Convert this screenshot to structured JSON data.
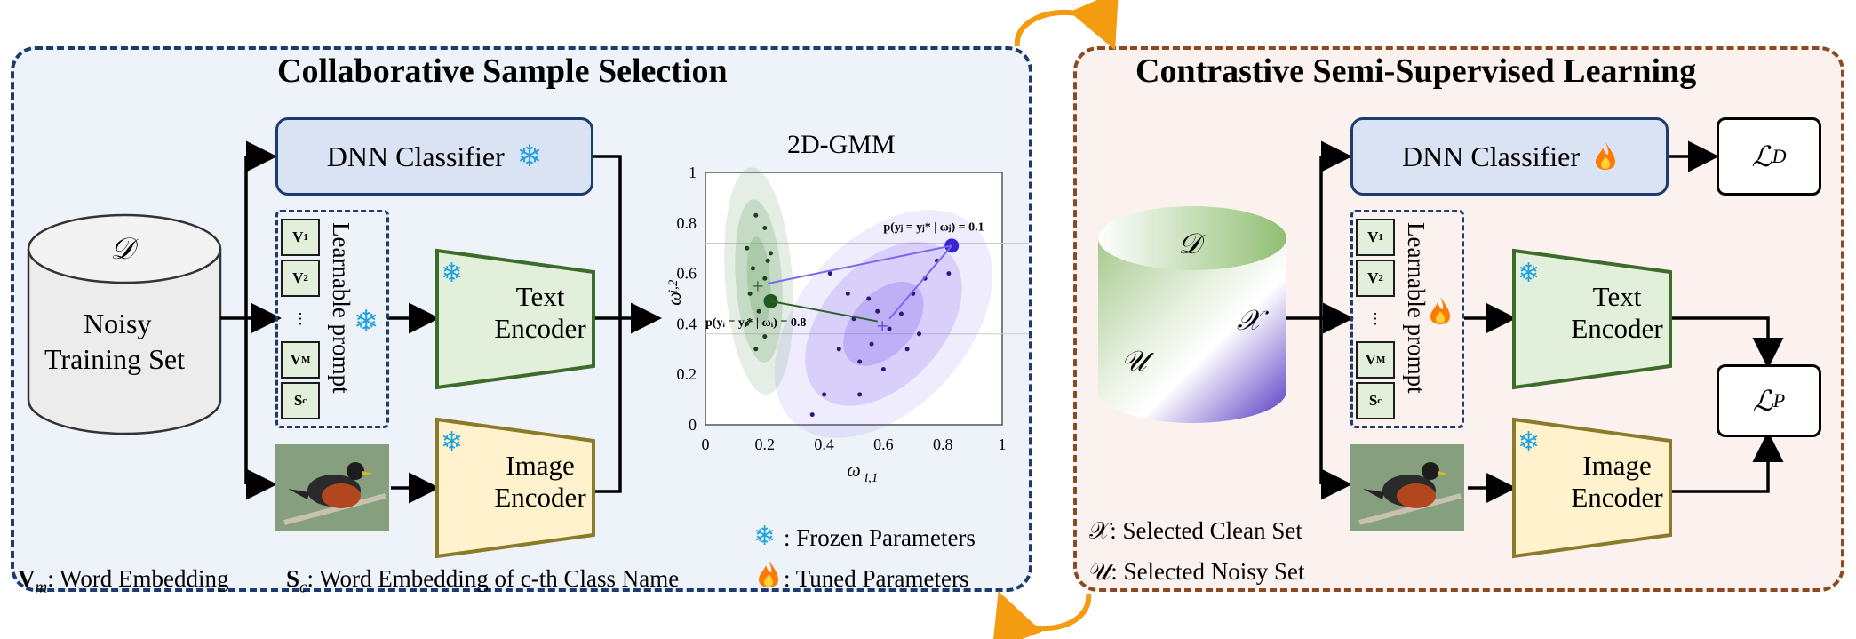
{
  "left": {
    "title": "Collaborative Sample Selection",
    "dnn": "DNN Classifier",
    "dataset_symbol": "𝒟",
    "dataset_label_1": "Noisy",
    "dataset_label_2": "Training Set",
    "prompt_label": "Learnable prompt",
    "tokens": [
      "V",
      "V",
      "⋮",
      "V",
      "S"
    ],
    "token_subs": [
      "1",
      "2",
      "",
      "M",
      "c"
    ],
    "text_encoder": [
      "Text",
      "Encoder"
    ],
    "image_encoder": [
      "Image",
      "Encoder"
    ],
    "gmm": {
      "title": "2D-GMM",
      "x_ticks": [
        "0",
        "0.2",
        "0.4",
        "0.6",
        "0.8",
        "1"
      ],
      "y_ticks": [
        "0",
        "0.2",
        "0.4",
        "0.6",
        "0.8",
        "1"
      ],
      "xlabel": "ω",
      "xlabel_sub": "i,1",
      "ylabel": "ω",
      "ylabel_sub": "i,2",
      "annotation_top": "p(yⱼ = yⱼ* | ωⱼ) = 0.1",
      "annotation_bottom": "p(yᵢ = yᵢ* | ωᵢ) = 0.8"
    },
    "legend_frozen": ": Frozen Parameters",
    "legend_tuned": ": Tuned  Parameters",
    "footer_vm_sym": "V",
    "footer_vm_sub": "m",
    "footer_vm": ": Word Embedding",
    "footer_sc_sym": "S",
    "footer_sc_sub": "c",
    "footer_sc": ": Word Embedding of c-th Class Name"
  },
  "right": {
    "title": "Contrastive Semi-Supervised Learning",
    "dnn": "DNN Classifier",
    "loss_d": "ℒ",
    "loss_d_sup": "D",
    "loss_p": "ℒ",
    "loss_p_sup": "P",
    "dataset_symbol": "𝒟",
    "clean_symbol": "𝒳",
    "noisy_symbol": "𝒰",
    "prompt_label": "Learnable prompt",
    "tokens": [
      "V",
      "V",
      "⋮",
      "V",
      "S"
    ],
    "token_subs": [
      "1",
      "2",
      "",
      "M",
      "c"
    ],
    "text_encoder": [
      "Text",
      "Encoder"
    ],
    "image_encoder": [
      "Image",
      "Encoder"
    ],
    "legend_clean": "𝒳: Selected Clean Set",
    "legend_noisy": "𝒰: Selected Noisy Set"
  },
  "colors": {
    "left_border": "#1f3b6e",
    "right_border": "#8b4a22",
    "orange_arrow": "#f39c12",
    "snowflake": "#1fa0e0",
    "flame": "#ff7a00",
    "cluster_green": "#2e5e2e",
    "cluster_purple": "#5b3fd6"
  },
  "icons": [
    "snowflake-icon",
    "flame-icon",
    "bird-photo"
  ]
}
